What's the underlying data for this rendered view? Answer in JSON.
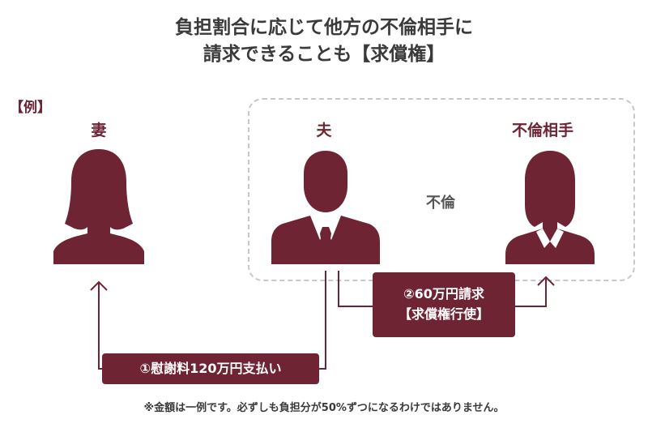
{
  "title": {
    "line1": "負担割合に応じて他方の不倫相手に",
    "line2": "請求できることも【求償権】"
  },
  "example_tag": "【例】",
  "people": {
    "wife": "妻",
    "husband": "夫",
    "partner": "不倫相手"
  },
  "affair_label": "不倫",
  "boxes": {
    "payment": "①慰謝料120万円支払い",
    "claim_line1": "②60万円請求",
    "claim_line2": "【求償権行使】"
  },
  "note": "※金額は一例です。必ずしも負担分が50%ずつになるわけではありません。",
  "colors": {
    "accent": "#6e2433",
    "dashed_border": "#c8c8c8",
    "text": "#3a3a3a"
  }
}
